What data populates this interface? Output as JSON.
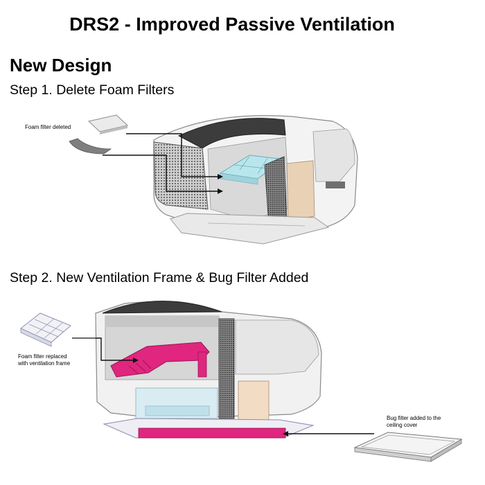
{
  "title": "DRS2 - Improved Passive Ventilation",
  "section_heading": "New Design",
  "step1": {
    "heading": "Step 1. Delete Foam Filters",
    "note": "Foam filter deleted"
  },
  "step2": {
    "heading": "Step 2. New Ventilation Frame & Bug Filter Added",
    "note_frame_line1": "Foam filter replaced",
    "note_frame_line2": "with ventilation frame",
    "note_bug_line1": "Bug filter added to the",
    "note_bug_line2": "ceiling cover"
  },
  "colors": {
    "ventilation_frame": "#e0267e",
    "foam_filter": "#b9e6ec",
    "inner_tan": "#e9d1b6",
    "dark_grille": "#3a3a3a"
  }
}
